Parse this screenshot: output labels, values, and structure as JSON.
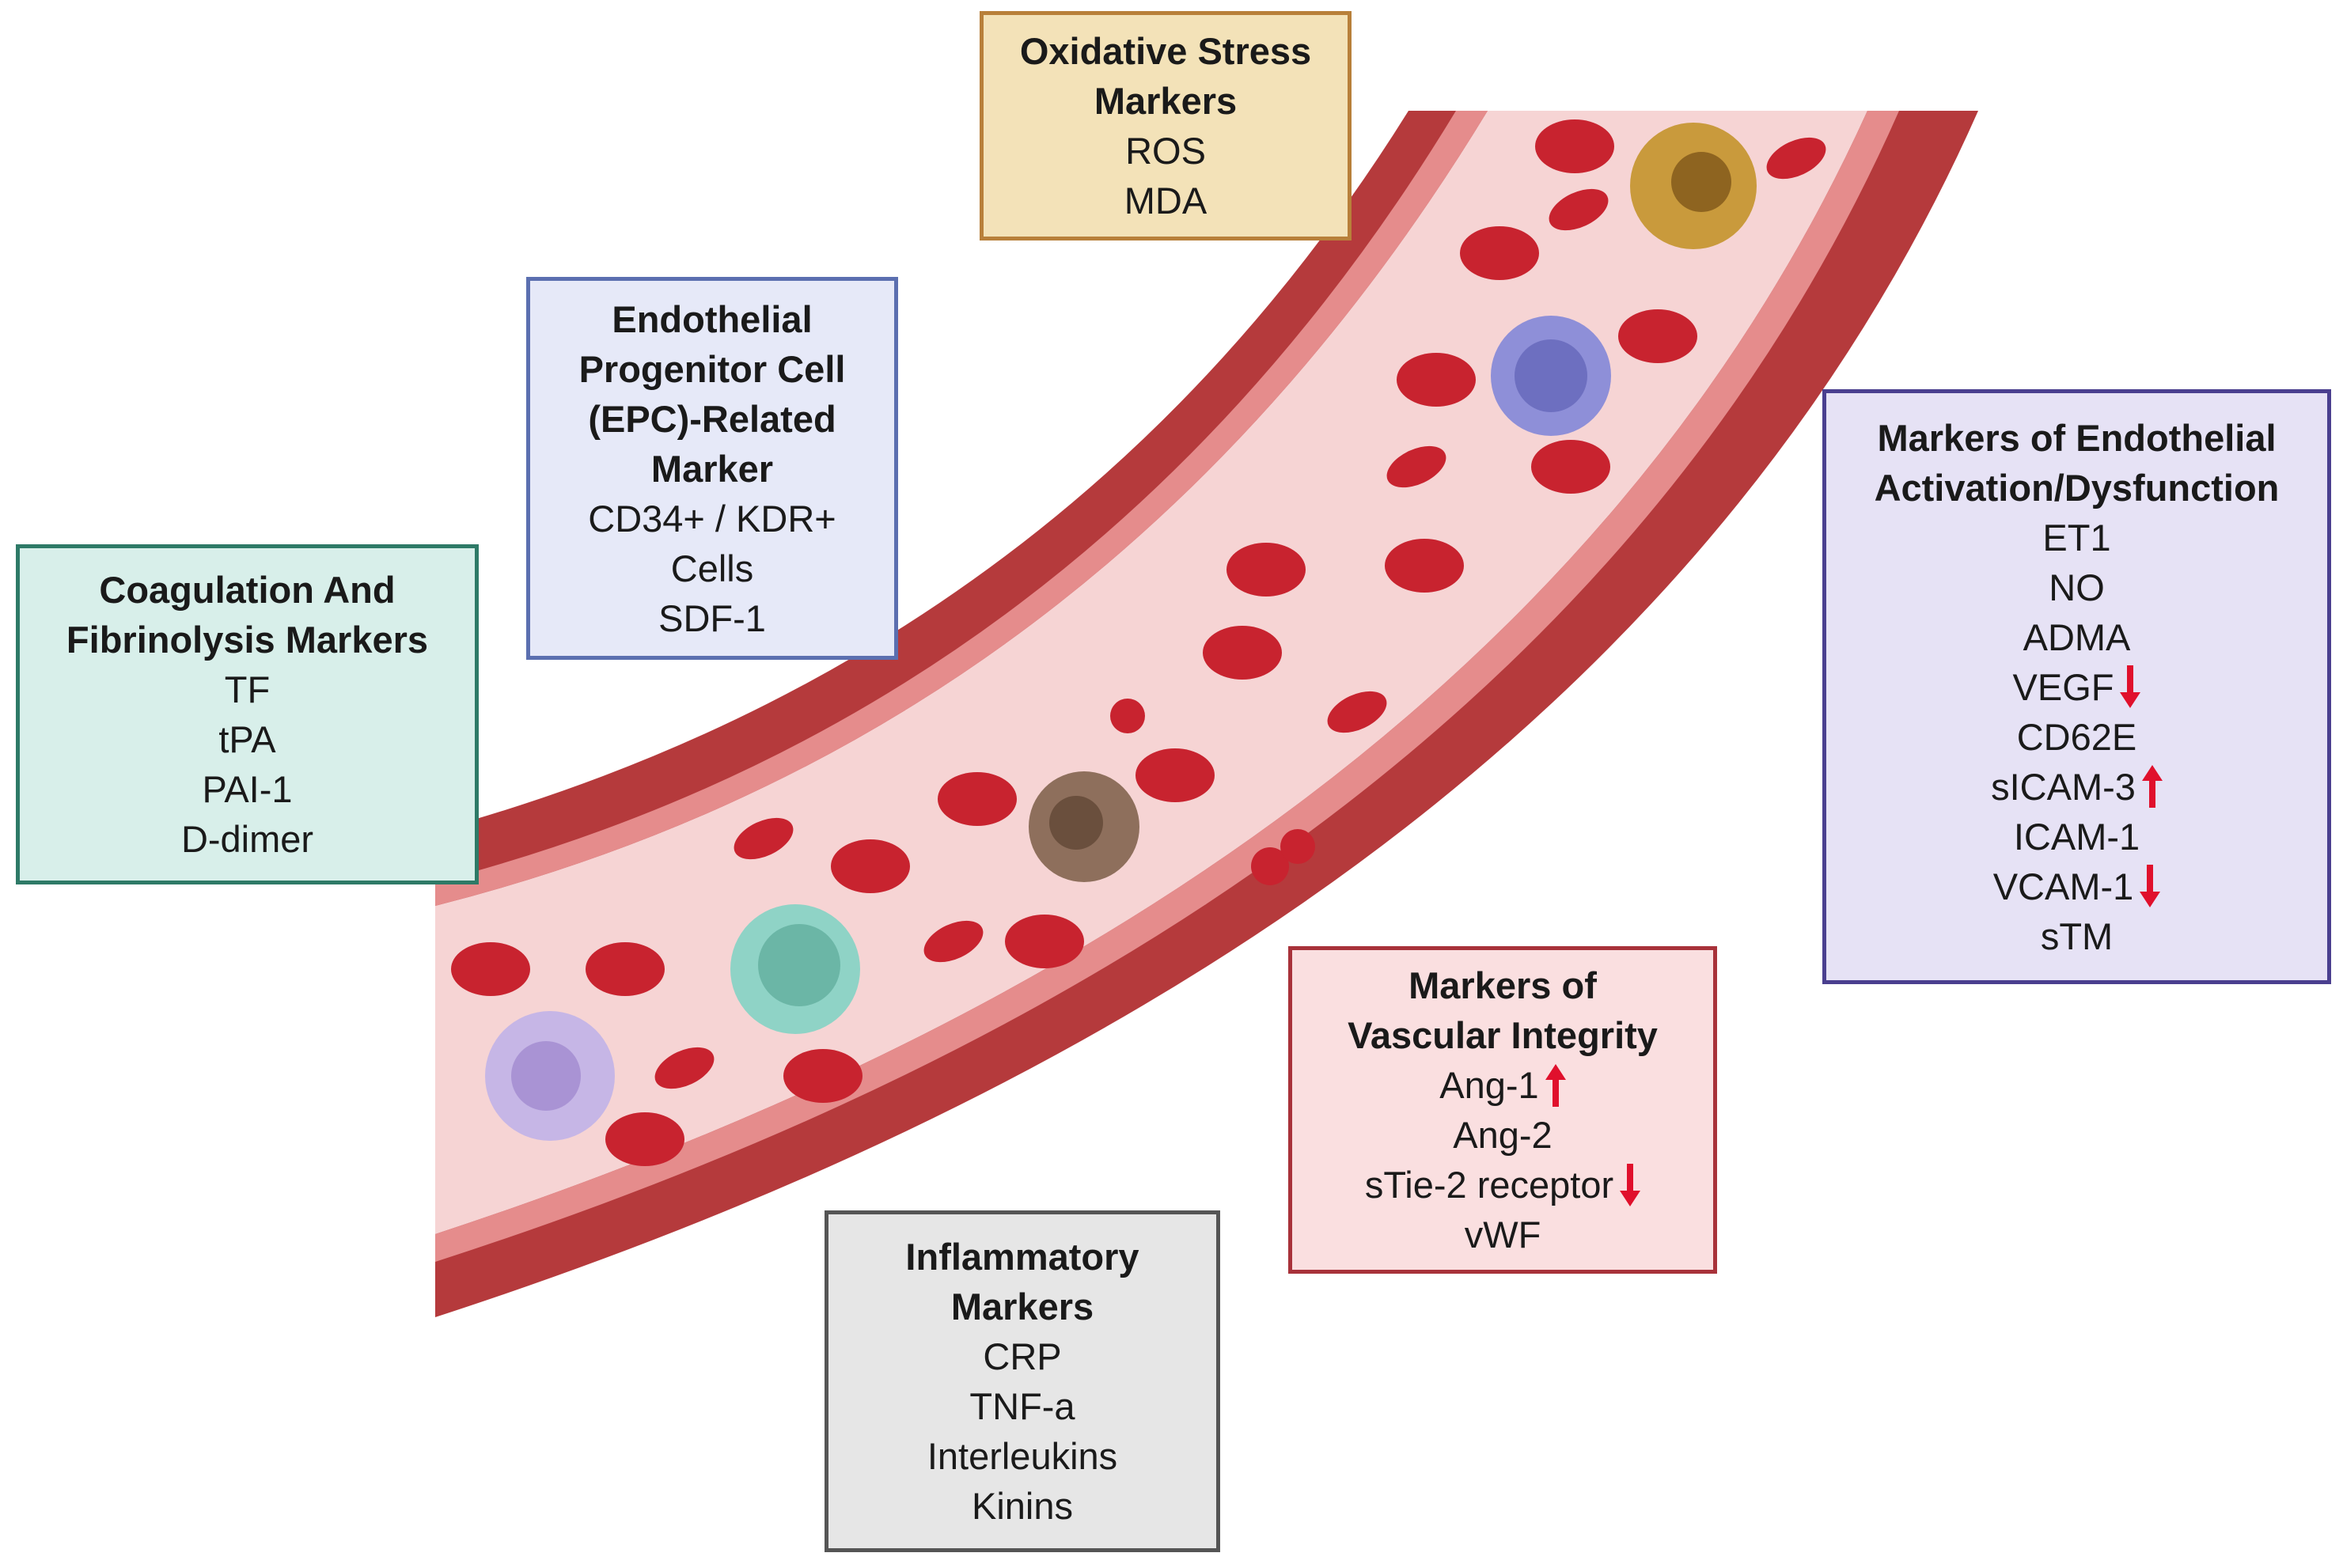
{
  "colors": {
    "vessel_wall": "#b53a3c",
    "vessel_lumen": "#f6d4d4",
    "endothelium": "#e58c8c",
    "rbc": "#c8232f",
    "arrow": "#e0102c"
  },
  "boxes": {
    "oxidative": {
      "title": [
        "Oxidative Stress",
        "Markers"
      ],
      "items": [
        {
          "label": "ROS",
          "arrow": ""
        },
        {
          "label": "MDA",
          "arrow": ""
        }
      ],
      "bg": "#f3e2b8",
      "border": "#b8803a"
    },
    "epc": {
      "title": [
        "Endothelial",
        "Progenitor Cell",
        "(EPC)-Related",
        "Marker"
      ],
      "items": [
        {
          "label": "CD34+ / KDR+",
          "arrow": ""
        },
        {
          "label": "Cells",
          "arrow": ""
        },
        {
          "label": "SDF-1",
          "arrow": ""
        }
      ],
      "bg": "#e6e9f8",
      "border": "#5b6fb0"
    },
    "coagulation": {
      "title": [
        "Coagulation And",
        "Fibrinolysis Markers"
      ],
      "items": [
        {
          "label": "TF",
          "arrow": ""
        },
        {
          "label": "tPA",
          "arrow": ""
        },
        {
          "label": "PAI-1",
          "arrow": ""
        },
        {
          "label": "D-dimer",
          "arrow": ""
        }
      ],
      "bg": "#d8efea",
      "border": "#2e7a67"
    },
    "endothelial_activation": {
      "title": [
        "Markers of Endothelial",
        "Activation/Dysfunction"
      ],
      "items": [
        {
          "label": "ET1",
          "arrow": ""
        },
        {
          "label": "NO",
          "arrow": ""
        },
        {
          "label": "ADMA",
          "arrow": ""
        },
        {
          "label": "VEGF",
          "arrow": "down"
        },
        {
          "label": "CD62E",
          "arrow": ""
        },
        {
          "label": "sICAM-3",
          "arrow": "up"
        },
        {
          "label": "ICAM-1",
          "arrow": ""
        },
        {
          "label": "VCAM-1",
          "arrow": "down"
        },
        {
          "label": "sTM",
          "arrow": ""
        }
      ],
      "bg": "#e6e2f5",
      "border": "#4a3f8f"
    },
    "vascular_integrity": {
      "title": [
        "Markers of",
        "Vascular Integrity"
      ],
      "items": [
        {
          "label": "Ang-1",
          "arrow": "up"
        },
        {
          "label": "Ang-2",
          "arrow": ""
        },
        {
          "label": "sTie-2 receptor",
          "arrow": "down"
        },
        {
          "label": "vWF",
          "arrow": ""
        }
      ],
      "bg": "#fadfe0",
      "border": "#a8323a"
    },
    "inflammatory": {
      "title": [
        "Inflammatory",
        "Markers"
      ],
      "items": [
        {
          "label": "CRP",
          "arrow": ""
        },
        {
          "label": "TNF-a",
          "arrow": ""
        },
        {
          "label": "Interleukins",
          "arrow": ""
        },
        {
          "label": "Kinins",
          "arrow": ""
        }
      ],
      "bg": "#e6e6e6",
      "border": "#555555"
    }
  }
}
